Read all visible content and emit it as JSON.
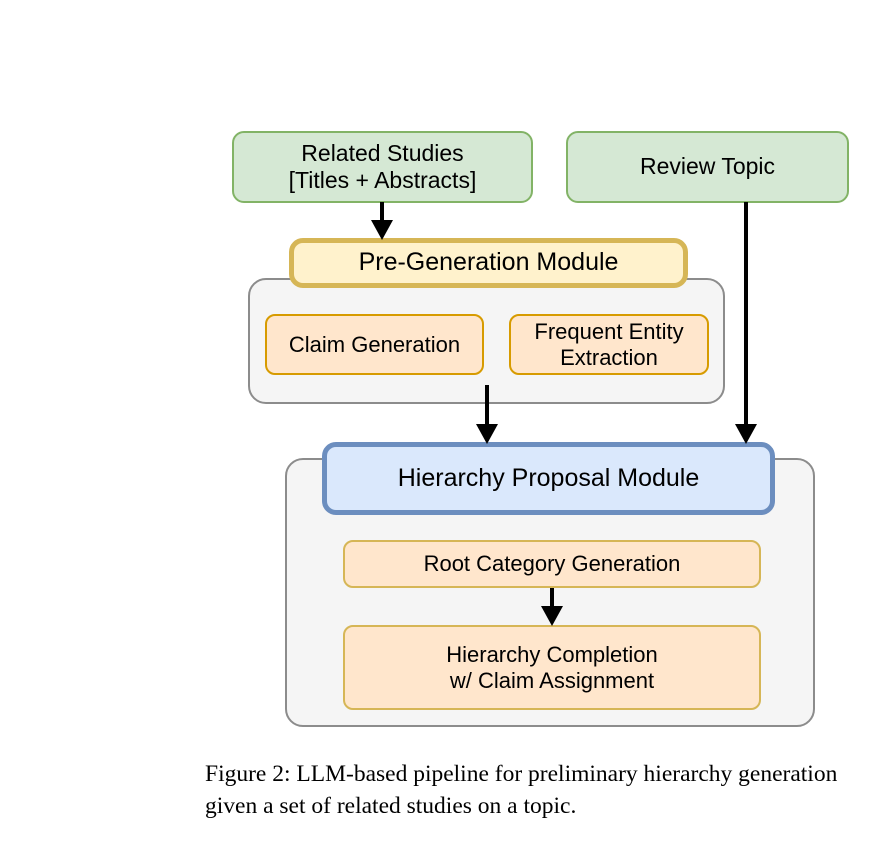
{
  "figure": {
    "caption": "Figure 2: LLM-based pipeline for preliminary hierarchy generation given a set of related studies on a topic."
  },
  "colors": {
    "input_fill": "#d5e8d4",
    "input_border": "#82b366",
    "pregen_fill": "#fff2cc",
    "pregen_border": "#d6b656",
    "step_fill": "#ffe6cc",
    "step_border": "#d79b00",
    "hierarchy_fill": "#dae8fc",
    "hierarchy_border": "#6c8ebf",
    "panel_fill": "#f5f5f5",
    "panel_border": "#8c8c8c",
    "arrow": "#000000",
    "text": "#000000",
    "background": "#ffffff"
  },
  "diagram": {
    "inputs": [
      {
        "id": "related-studies",
        "label": "Related Studies\n[Titles + Abstracts]"
      },
      {
        "id": "review-topic",
        "label": "Review Topic"
      }
    ],
    "modules": [
      {
        "id": "pre-generation-module",
        "label": "Pre-Generation Module",
        "steps": [
          {
            "id": "claim-generation",
            "label": "Claim Generation"
          },
          {
            "id": "frequent-entity-extraction",
            "label": "Frequent Entity\nExtraction"
          }
        ]
      },
      {
        "id": "hierarchy-proposal-module",
        "label": "Hierarchy Proposal Module",
        "steps": [
          {
            "id": "root-category-generation",
            "label": "Root Category Generation"
          },
          {
            "id": "hierarchy-completion",
            "label": "Hierarchy Completion\nw/ Claim Assignment"
          }
        ]
      }
    ],
    "edges": [
      {
        "id": "related-studies-to-pregen",
        "from": "related-studies",
        "to": "pre-generation-module"
      },
      {
        "id": "review-topic-to-hierarchy",
        "from": "review-topic",
        "to": "hierarchy-proposal-module"
      },
      {
        "id": "pregen-to-hierarchy",
        "from": "pre-generation-module",
        "to": "hierarchy-proposal-module"
      },
      {
        "id": "root-to-completion",
        "from": "root-category-generation",
        "to": "hierarchy-completion"
      }
    ]
  }
}
